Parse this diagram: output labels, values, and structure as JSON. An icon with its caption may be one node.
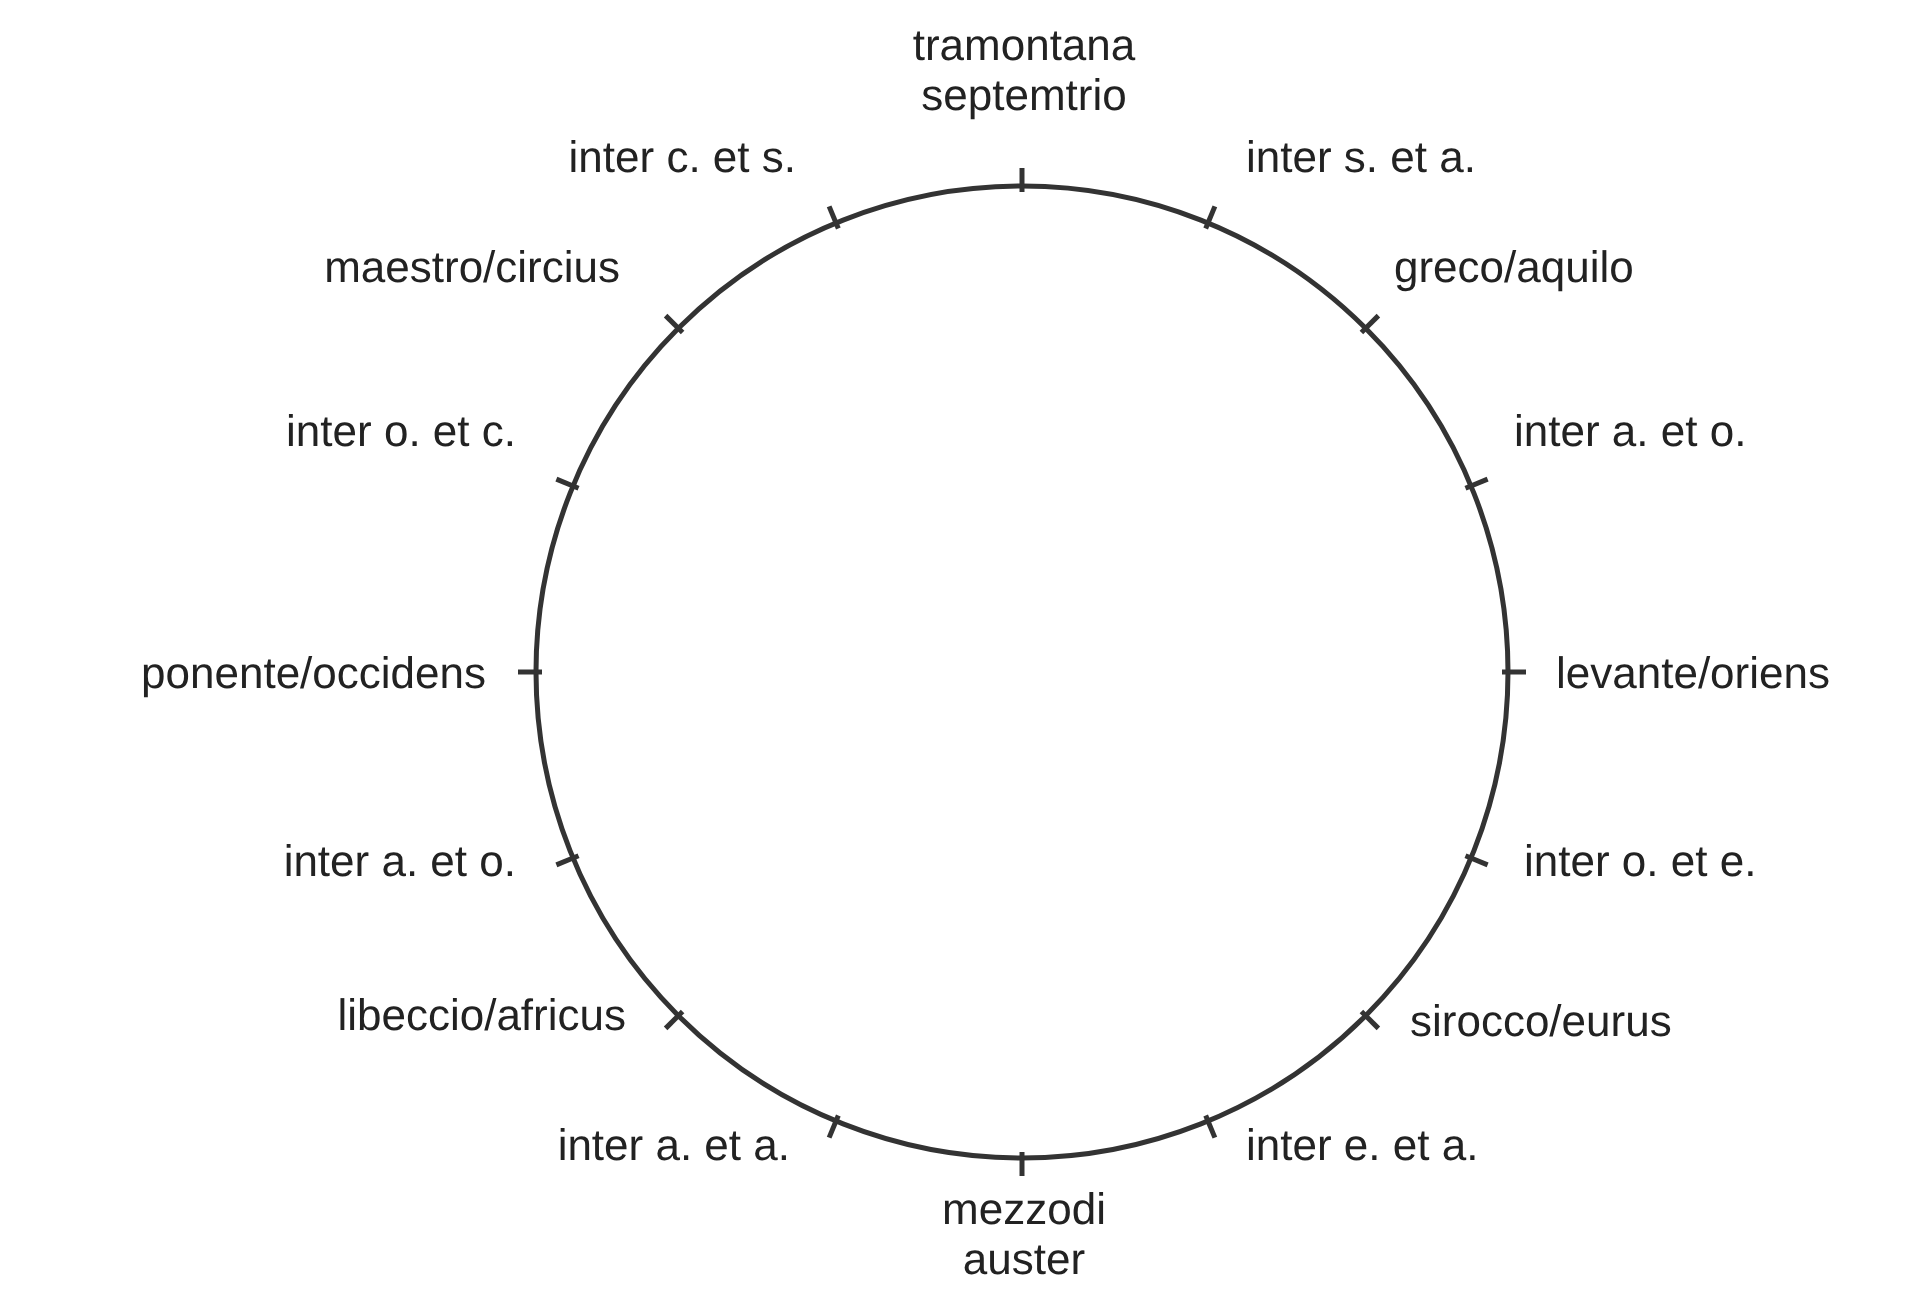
{
  "diagram": {
    "labels": [
      "tramontana septemtrio",
      "inter c. et s.",
      "inter s. et a.",
      "maestro/circius",
      "greco/aquilo",
      "inter o. et c.",
      "inter a. et o.",
      "ponente/occidens",
      "levante/oriens",
      "inter a. et o.",
      "inter o. et e.",
      "libeccio/africus",
      "sirocco/eurus",
      "inter a. et a.",
      "inter e. et a.",
      "mezzodi auster"
    ]
  }
}
